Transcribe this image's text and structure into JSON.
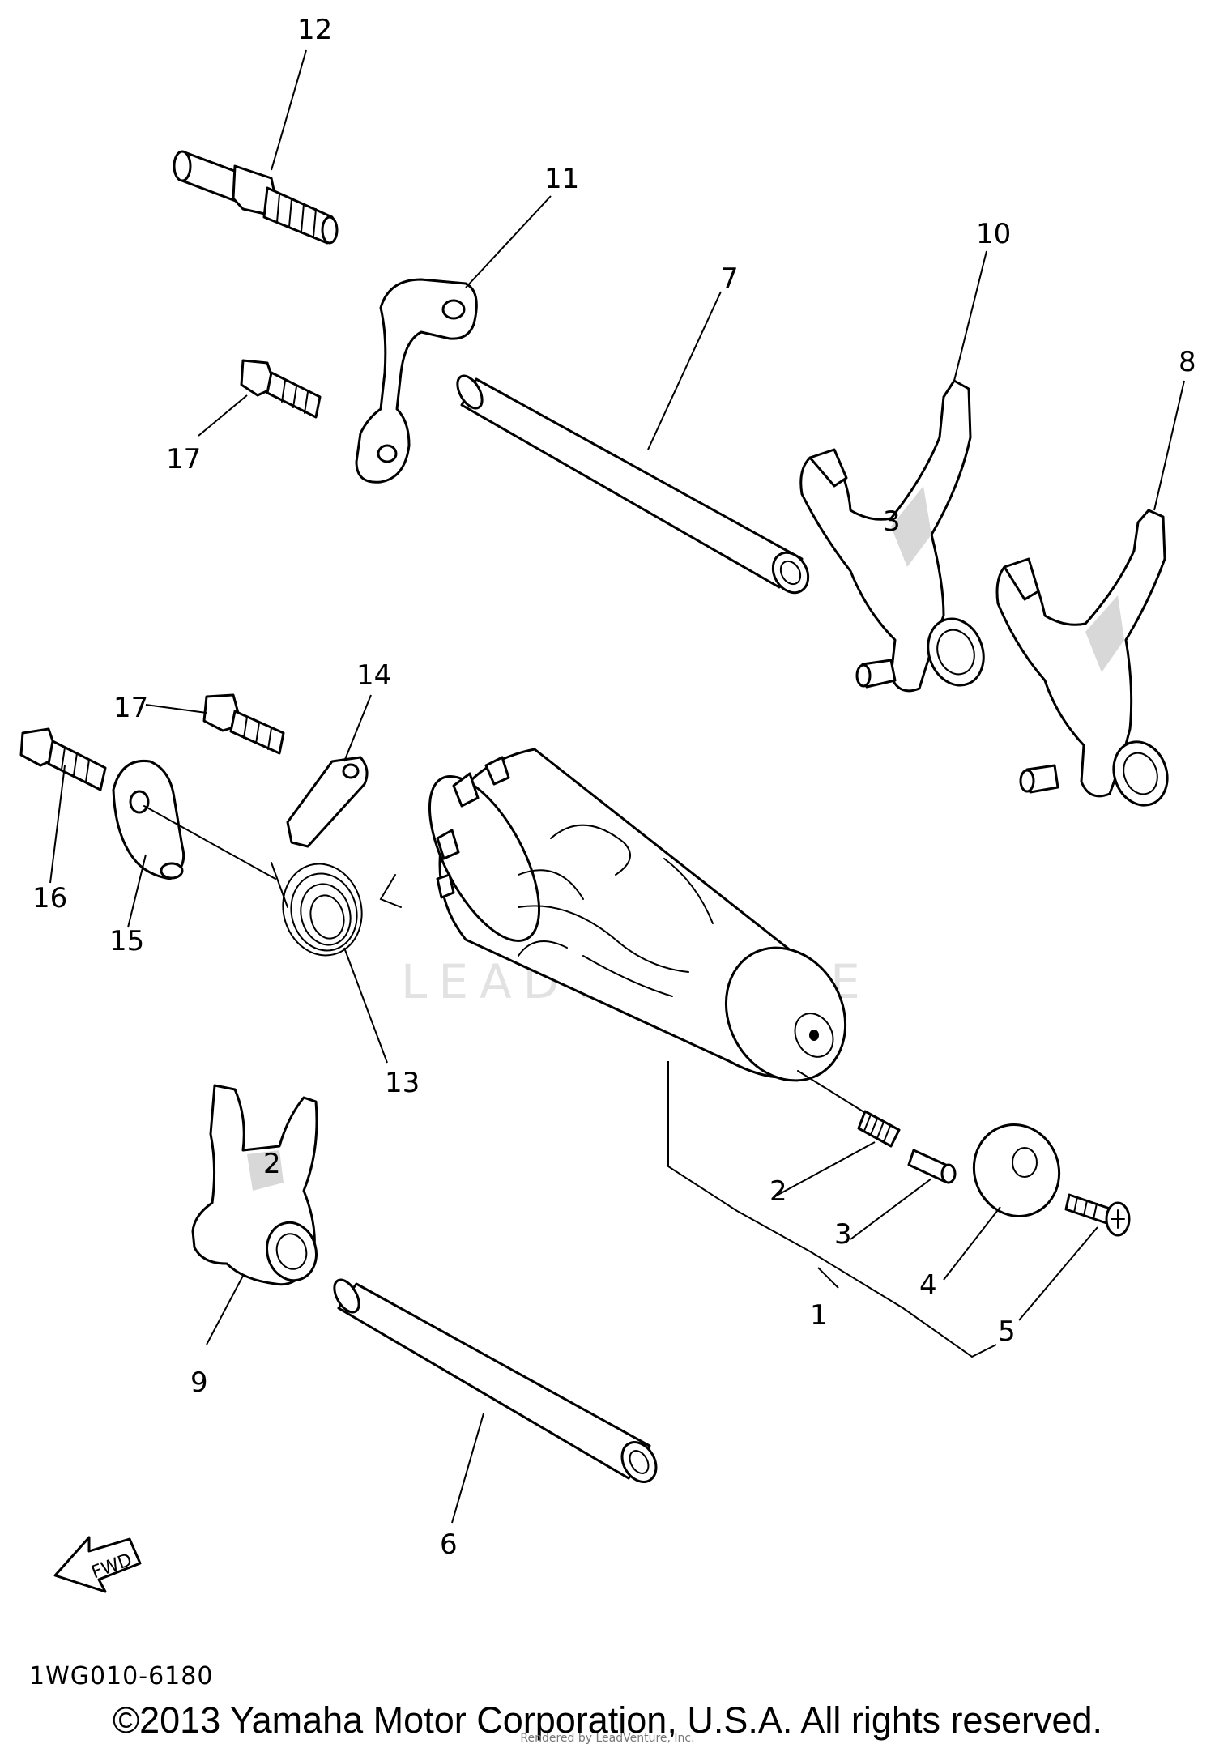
{
  "diagram_code": "1WG010-6180",
  "copyright": "©2013 Yamaha Motor Corporation, U.S.A. All rights reserved.",
  "rendered_by": "Rendered by LeadVenture, Inc.",
  "watermark": "LEADVENTURE",
  "fwd_label": "FWD",
  "callouts": {
    "p1": "1",
    "p2": "2",
    "p3": "3",
    "p4": "4",
    "p5": "5",
    "p6": "6",
    "p7": "7",
    "p8": "8",
    "p9": "9",
    "p10": "10",
    "p11": "11",
    "p12": "12",
    "p13": "13",
    "p14": "14",
    "p15": "15",
    "p16": "16",
    "p17a": "17",
    "p17b": "17"
  },
  "fork_marks": {
    "fork_3": "3",
    "fork_2": "2"
  }
}
